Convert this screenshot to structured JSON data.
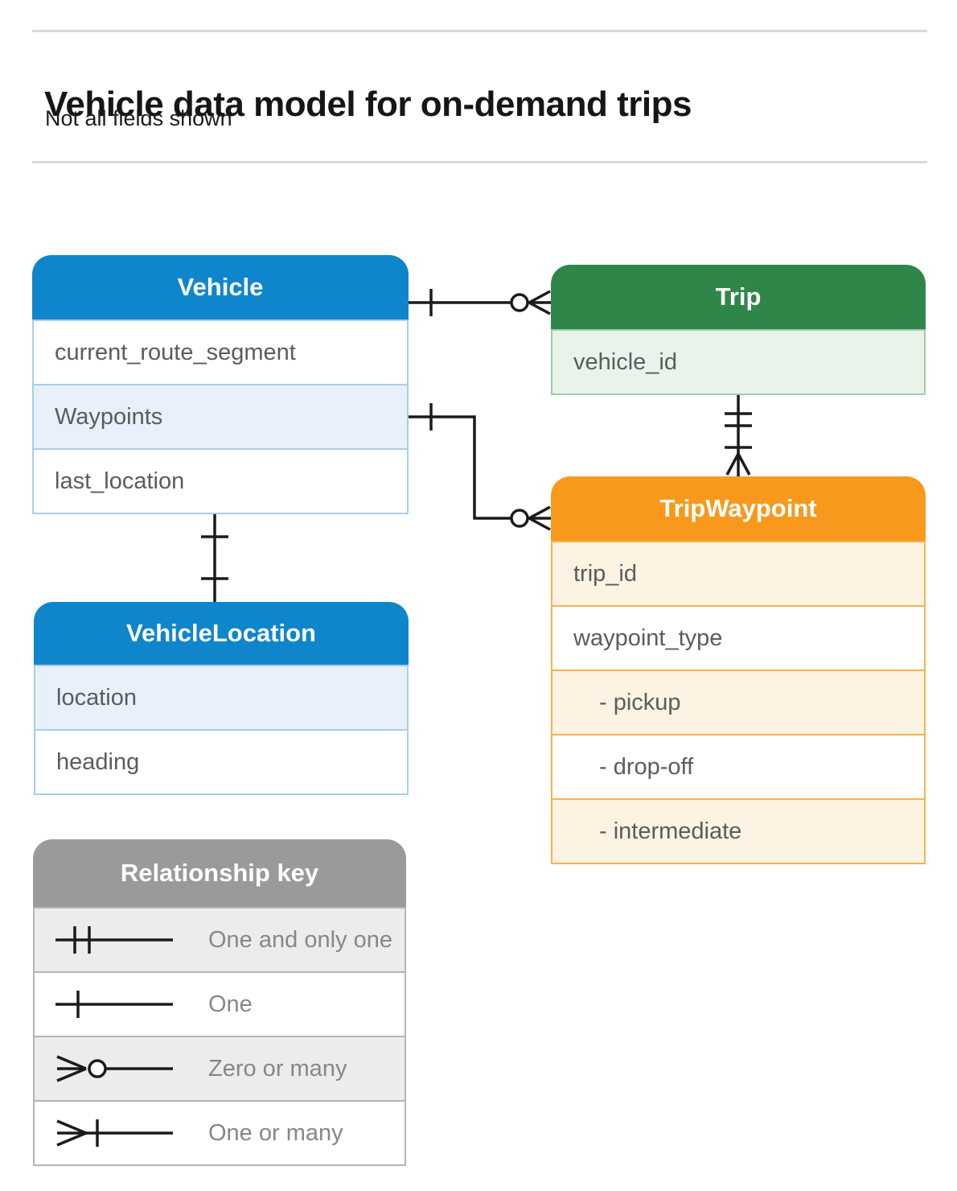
{
  "page": {
    "title": "Vehicle data model for on-demand trips",
    "subtitle": "Not all fields shown"
  },
  "colors": {
    "vehicle_header": "#0f86cb",
    "vehicle_row_shaded": "#e8f1fb",
    "vehicle_border": "#a9cdea",
    "trip_header": "#2e8749",
    "trip_row_shaded": "#e9f3ea",
    "trip_border": "#a0caa7",
    "waypoint_header": "#f8991d",
    "waypoint_row_shaded": "#fdf3e2",
    "waypoint_border": "#f8b446",
    "legend_header": "#9a9a9a",
    "legend_row_shaded": "#ececec",
    "legend_border": "#b5b5b5",
    "edge": "#1b1b1b",
    "field_text": "#595c5f",
    "legend_text": "#85878a"
  },
  "entities": [
    {
      "name": "Vehicle",
      "fields": [
        {
          "label": "current_route_segment"
        },
        {
          "label": "Waypoints"
        },
        {
          "label": "last_location"
        }
      ]
    },
    {
      "name": "Trip",
      "fields": [
        {
          "label": "vehicle_id"
        }
      ]
    },
    {
      "name": "TripWaypoint",
      "fields": [
        {
          "label": "trip_id"
        },
        {
          "label": "waypoint_type"
        },
        {
          "label": "- pickup"
        },
        {
          "label": "- drop-off"
        },
        {
          "label": "- intermediate"
        }
      ]
    },
    {
      "name": "VehicleLocation",
      "fields": [
        {
          "label": "location"
        },
        {
          "label": "heading"
        }
      ]
    }
  ],
  "relationships": [
    {
      "from": "Vehicle",
      "to": "Trip",
      "from_cardinality": "one",
      "to_cardinality": "zero-or-many"
    },
    {
      "from": "Vehicle.Waypoints",
      "to": "TripWaypoint",
      "from_cardinality": "one",
      "to_cardinality": "zero-or-many"
    },
    {
      "from": "Trip",
      "to": "TripWaypoint",
      "from_cardinality": "one-and-only-one",
      "to_cardinality": "one-or-many"
    },
    {
      "from": "Vehicle",
      "to": "VehicleLocation",
      "from_cardinality": "one",
      "to_cardinality": "one"
    }
  ],
  "legend": {
    "title": "Relationship key",
    "items": [
      {
        "symbol": "one-and-only-one",
        "label": "One and only one"
      },
      {
        "symbol": "one",
        "label": "One"
      },
      {
        "symbol": "zero-or-many",
        "label": "Zero or many"
      },
      {
        "symbol": "one-or-many",
        "label": "One or many"
      }
    ]
  }
}
